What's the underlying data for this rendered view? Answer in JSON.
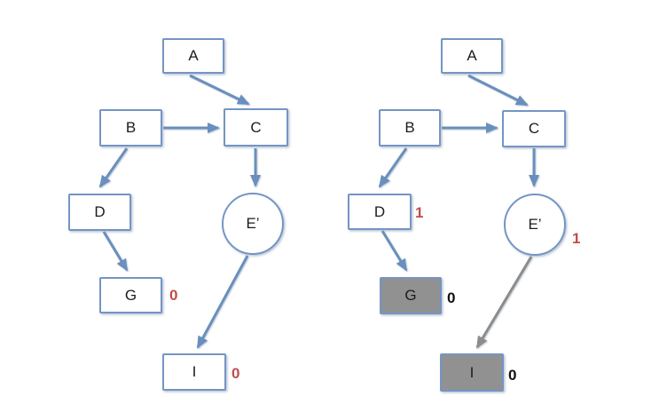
{
  "colors": {
    "background": "#ffffff",
    "node_border_blue": "#7495c4",
    "arrow_blue": "#6b8fbe",
    "arrow_gray": "#8c8c8c",
    "node_fill_white": "#ffffff",
    "node_fill_gray": "#919191",
    "annotation_red": "#bf4e4b",
    "annotation_black": "#111111"
  },
  "left_graph": {
    "nodes": {
      "a": {
        "label": "A",
        "shape": "rect",
        "fill": "white"
      },
      "b": {
        "label": "B",
        "shape": "rect",
        "fill": "white"
      },
      "c": {
        "label": "C",
        "shape": "rect",
        "fill": "white"
      },
      "d": {
        "label": "D",
        "shape": "rect",
        "fill": "white"
      },
      "e": {
        "label": "E’",
        "shape": "circle",
        "fill": "white"
      },
      "g": {
        "label": "G",
        "shape": "rect",
        "fill": "white"
      },
      "i": {
        "label": "I",
        "shape": "rect",
        "fill": "white"
      }
    },
    "annotations": {
      "g_value": {
        "text": "0",
        "color": "red"
      },
      "i_value": {
        "text": "0",
        "color": "red"
      }
    },
    "edges": [
      {
        "from": "A",
        "to": "C",
        "color": "blue"
      },
      {
        "from": "B",
        "to": "C",
        "color": "blue"
      },
      {
        "from": "B",
        "to": "D",
        "color": "blue"
      },
      {
        "from": "C",
        "to": "E’",
        "color": "blue"
      },
      {
        "from": "D",
        "to": "G",
        "color": "blue"
      },
      {
        "from": "E’",
        "to": "I",
        "color": "blue"
      }
    ]
  },
  "right_graph": {
    "nodes": {
      "a": {
        "label": "A",
        "shape": "rect",
        "fill": "white"
      },
      "b": {
        "label": "B",
        "shape": "rect",
        "fill": "white"
      },
      "c": {
        "label": "C",
        "shape": "rect",
        "fill": "white"
      },
      "d": {
        "label": "D",
        "shape": "rect",
        "fill": "white"
      },
      "e": {
        "label": "E’",
        "shape": "circle",
        "fill": "white"
      },
      "g": {
        "label": "G",
        "shape": "rect",
        "fill": "gray"
      },
      "i": {
        "label": "I",
        "shape": "rect",
        "fill": "gray"
      }
    },
    "annotations": {
      "d_value": {
        "text": "1",
        "color": "red"
      },
      "e_value": {
        "text": "1",
        "color": "red"
      },
      "g_value": {
        "text": "0",
        "color": "black"
      },
      "i_value": {
        "text": "0",
        "color": "black"
      }
    },
    "edges": [
      {
        "from": "A",
        "to": "C",
        "color": "blue"
      },
      {
        "from": "B",
        "to": "C",
        "color": "blue"
      },
      {
        "from": "B",
        "to": "D",
        "color": "blue"
      },
      {
        "from": "C",
        "to": "E’",
        "color": "blue"
      },
      {
        "from": "D",
        "to": "G",
        "color": "blue"
      },
      {
        "from": "E’",
        "to": "I",
        "color": "gray"
      }
    ]
  }
}
